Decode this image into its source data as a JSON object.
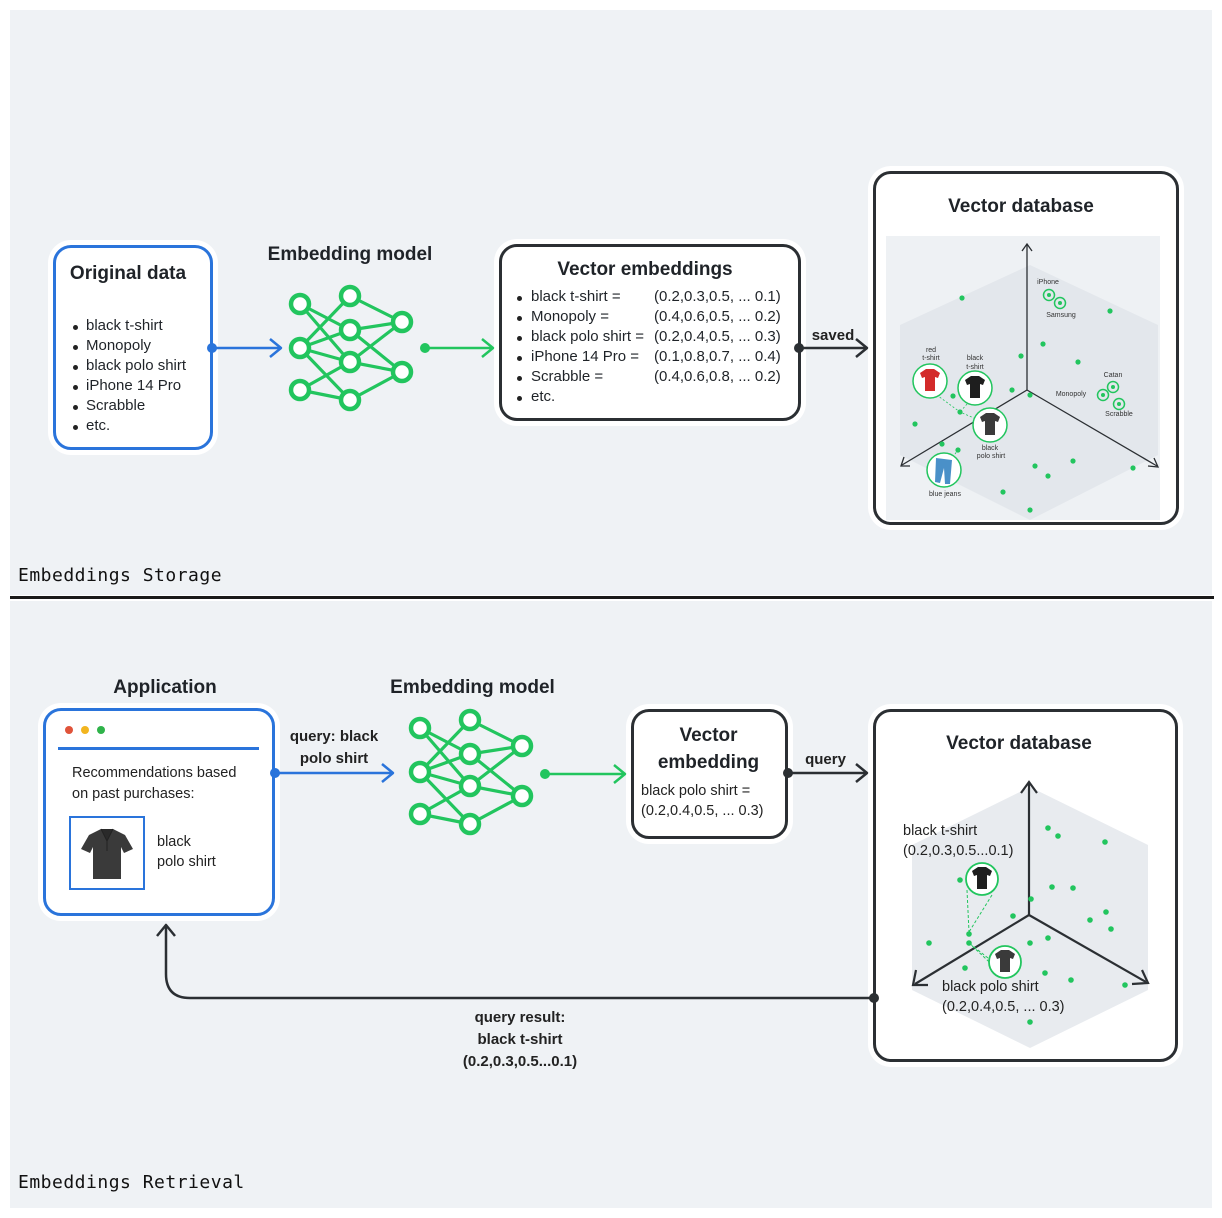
{
  "storage": {
    "section_label": "Embeddings Storage",
    "original_data": {
      "title": "Original data",
      "items": [
        "black t-shirt",
        "Monopoly",
        "black polo shirt",
        "iPhone 14 Pro",
        "Scrabble",
        "etc."
      ]
    },
    "embedding_model_title": "Embedding model",
    "vector_embeddings": {
      "title": "Vector embeddings",
      "rows": [
        {
          "name": "black t-shirt =",
          "value": "(0.2,0.3,0.5, ... 0.1)"
        },
        {
          "name": "Monopoly =",
          "value": "(0.4,0.6,0.5, ... 0.2)"
        },
        {
          "name": "black polo shirt =",
          "value": "(0.2,0.4,0.5, ... 0.3)"
        },
        {
          "name": "iPhone 14 Pro =",
          "value": "(0.1,0.8,0.7, ... 0.4)"
        },
        {
          "name": "Scrabble =",
          "value": "(0.4,0.6,0.8, ... 0.2)"
        },
        {
          "name": "etc.",
          "value": ""
        }
      ]
    },
    "saved_label": "saved",
    "vector_db": {
      "title": "Vector database",
      "labels": {
        "iphone": "iPhone",
        "samsung": "Samsung",
        "catan": "Catan",
        "monopoly": "Monopoly",
        "scrabble": "Scrabble",
        "red_tshirt_1": "red",
        "red_tshirt_2": "t-shirt",
        "black_tshirt_1": "black",
        "black_tshirt_2": "t-shirt",
        "black_polo_1": "black",
        "black_polo_2": "polo shirt",
        "blue_jeans": "blue jeans"
      }
    }
  },
  "retrieval": {
    "section_label": "Embeddings Retrieval",
    "application": {
      "title": "Application",
      "rec_line1": "Recommendations based",
      "rec_line2": "on past purchases:",
      "product_line1": "black",
      "product_line2": "polo shirt"
    },
    "query_label_1": "query: black",
    "query_label_2": "polo shirt",
    "embedding_model_title": "Embedding model",
    "vector_embedding": {
      "title_1": "Vector",
      "title_2": "embedding",
      "value_1": "black polo shirt =",
      "value_2": "(0.2,0.4,0.5, ... 0.3)"
    },
    "query_arrow_label": "query",
    "vector_db": {
      "title": "Vector database",
      "tshirt_1": "black t-shirt",
      "tshirt_2": "(0.2,0.3,0.5...0.1)",
      "polo_1": "black polo shirt",
      "polo_2": "(0.2,0.4,0.5, ... 0.3)"
    },
    "result": {
      "line1": "query result:",
      "line2": "black t-shirt",
      "line3": "(0.2,0.3,0.5...0.1)"
    }
  },
  "colors": {
    "panel": "#eff2f5",
    "blue": "#2a74db",
    "green": "#22c55e",
    "dark": "#2b2f33"
  }
}
